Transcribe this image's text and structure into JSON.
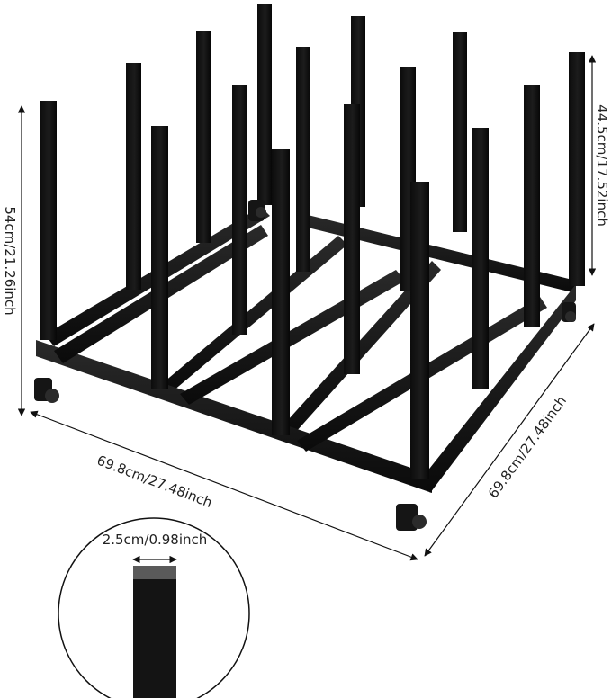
{
  "product": {
    "description": "Black metal rack with upright posts and caster wheels",
    "colors": {
      "metal": "#141414",
      "metal_highlight": "#2b2b2b",
      "background": "#ffffff",
      "line": "#111111"
    }
  },
  "dimensions": {
    "overall_height": "54cm/21.26inch",
    "post_height": "44.5cm/17.52inch",
    "width": "69.8cm/27.48inch",
    "depth": "69.8cm/27.48inch",
    "tube_width": "2.5cm/0.98inch"
  },
  "detail_inset": {
    "label": "2.5cm/0.98inch",
    "subject": "square tube cross-section"
  }
}
